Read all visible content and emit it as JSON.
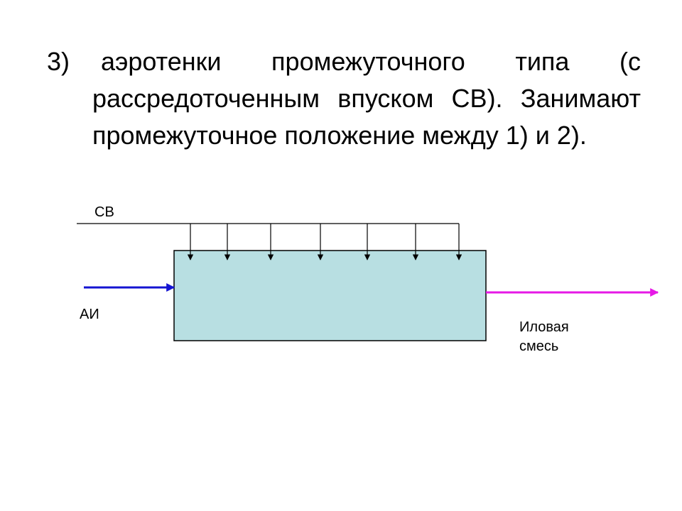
{
  "paragraph": {
    "number": "3)",
    "text": "аэротенки промежуточного типа (с рассредоточенным впуском СВ). Занимают промежуточное положение между 1) и 2)."
  },
  "diagram": {
    "feed_label": "СВ",
    "inlet_label": "АИ",
    "outlet_label_line1": "Иловая",
    "outlet_label_line2": "смесь",
    "feed_points_count": 7,
    "colors": {
      "tank_fill": "#b8dfe2",
      "tank_stroke": "#000000",
      "inlet_arrow": "#1414d2",
      "outlet_arrow": "#e619e6",
      "feed_line": "#000000"
    }
  }
}
